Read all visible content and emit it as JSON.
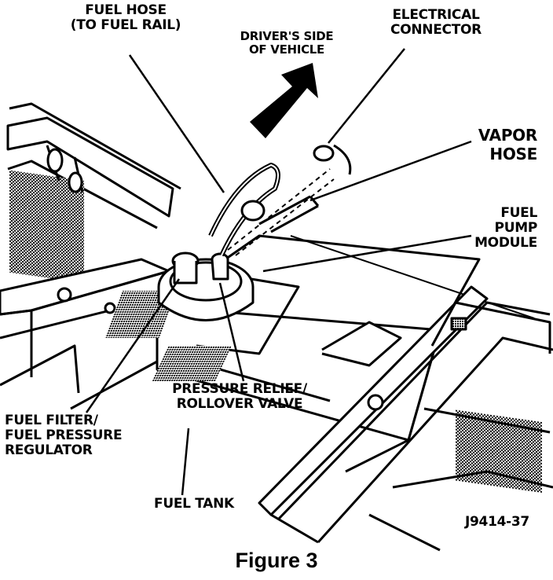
{
  "labels": {
    "fuel_hose": [
      "FUEL HOSE",
      "(TO FUEL RAIL)"
    ],
    "drivers_side": [
      "DRIVER'S SIDE",
      "OF VEHICLE"
    ],
    "electrical_connector": [
      "ELECTRICAL",
      "CONNECTOR"
    ],
    "vapor_hose": [
      "VAPOR",
      "HOSE"
    ],
    "fuel_pump_module": [
      "FUEL",
      "PUMP",
      "MODULE"
    ],
    "pressure_relief": [
      "PRESSURE RELIEF/",
      "ROLLOVER VALVE"
    ],
    "fuel_filter": [
      "FUEL FILTER/",
      "FUEL PRESSURE",
      "REGULATOR"
    ],
    "fuel_tank": "FUEL TANK",
    "part_number": "J9414-37"
  },
  "caption": "Figure 3",
  "colors": {
    "ink": "#000000",
    "paper": "#ffffff",
    "hatch": "#5a5a5a"
  }
}
